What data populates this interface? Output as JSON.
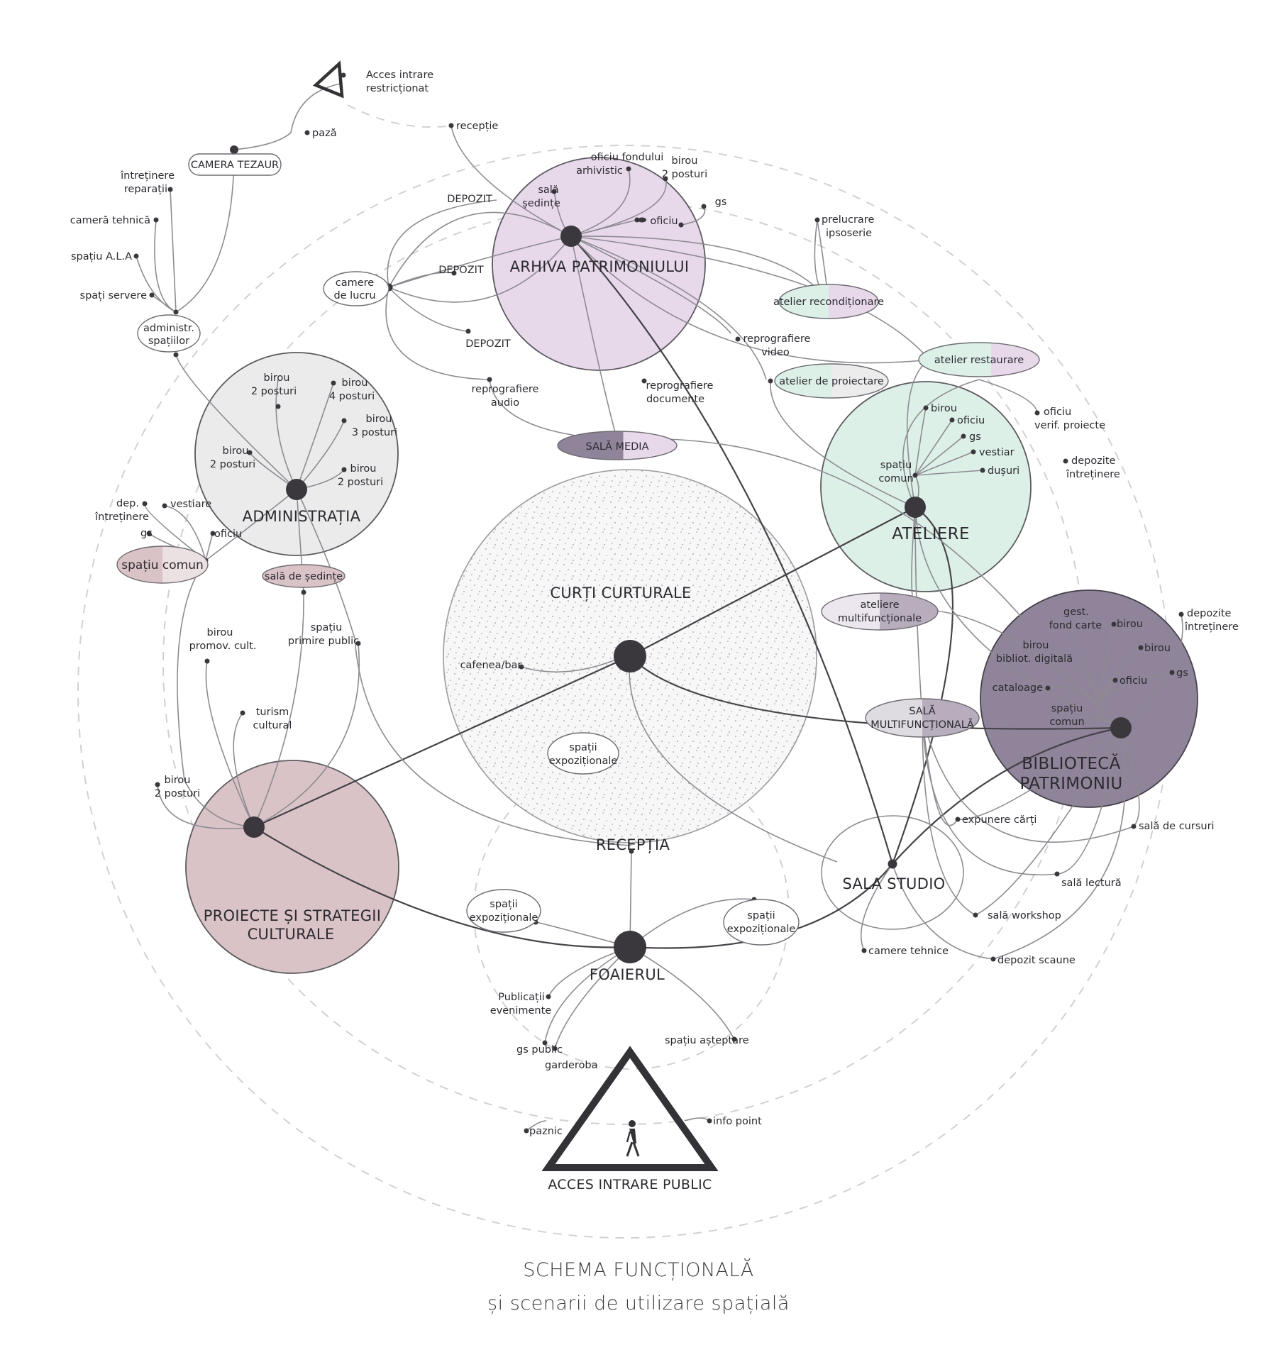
{
  "colors": {
    "arhiva": "#e8d9ea",
    "ateliere": "#dcf0e8",
    "administratia": "#ebebeb",
    "biblioteca": "#8f8499",
    "proiecte": "#d9c3c7",
    "hub_dot": "#3a383d"
  },
  "hubs": {
    "arhiva": "ARHIVA PATRIMONIULUI",
    "ateliere": "ATELIERE",
    "administratia": "ADMINISTRAȚIA",
    "curti": "CURȚI CURTURALE",
    "biblioteca_1": "BIBLIOTECĂ",
    "biblioteca_2": "PATRIMONIU",
    "proiecte_1": "PROIECTE ȘI STRATEGII",
    "proiecte_2": "CULTURALE",
    "foaierul": "FOAIERUL",
    "sala_studio": "SALA STUDIO",
    "receptia": "RECEPȚIA"
  },
  "entrances": {
    "restricted_1": "Acces intrare",
    "restricted_2": "restricționat",
    "public": "ACCES INTRARE PUBLIC"
  },
  "pills": {
    "camera_tezaur": "CAMERA TEZAUR",
    "administr_1": "administr.",
    "administr_2": "spațiilor",
    "camere_lucru_1": "camere",
    "camere_lucru_2": "de lucru",
    "sala_media": "SALĂ MEDIA",
    "atelier_recond": "atelier recondiționare",
    "atelier_restaurare": "atelier restaurare",
    "atelier_proiectare": "atelier de proiectare",
    "spatiu_comun_adm": "spațiu comun",
    "sala_sedinte_adm": "sală de ședințe",
    "ateliere_multi_1": "ateliere",
    "ateliere_multi_2": "multifuncționale",
    "sala_multi_1": "SALĂ",
    "sala_multi_2": "MULTIFUNCȚIONALĂ",
    "spatii_expo_curti_1": "spații",
    "spatii_expo_curti_2": "expoziționale",
    "spatii_expo_l_1": "spații",
    "spatii_expo_l_2": "expoziționale",
    "spatii_expo_r_1": "spații",
    "spatii_expo_r_2": "expoziționale"
  },
  "labels": {
    "paza": "pază",
    "receptie_top": "recepție",
    "intretinere_1": "întreținere",
    "intretinere_2": "reparații",
    "camera_tehnica": "cameră tehnică",
    "spatiu_ala": "spațiu A.L.A",
    "spati_servere": "spați servere",
    "depozit_1": "DEPOZIT",
    "depozit_2": "DEPOZIT",
    "depozit_3": "DEPOZIT",
    "oficiu_fond_1": "oficiu fondului",
    "oficiu_fond_2": "arhivistic",
    "sala_sedinte_arh_1": "sală",
    "sala_sedinte_arh_2": "ședințe",
    "birou_arh_1": "birou",
    "birou_arh_2": "2 posturi",
    "gs_arh": "gs",
    "oficiu_arh": "oficiu",
    "prelucrare_1": "prelucrare",
    "prelucrare_2": "ipsoserie",
    "reprografiere_video_1": "reprografiere",
    "reprografiere_video_2": "video",
    "reprografiere_audio_1": "reprografiere",
    "reprografiere_audio_2": "audio",
    "reprografiere_doc_1": "reprografiere",
    "reprografiere_doc_2": "documente",
    "oficiu_verif_1": "oficiu",
    "oficiu_verif_2": "verif. proiecte",
    "depozite_intr_1_a": "depozite",
    "depozite_intr_1_b": "întreținere",
    "depozite_intr_2_a": "depozite",
    "depozite_intr_2_b": "întreținere",
    "at_birou": "birou",
    "at_oficiu": "oficiu",
    "at_gs": "gs",
    "at_vestiar": "vestiar",
    "at_dusuri": "dușuri",
    "at_spatiu_1": "spațiu",
    "at_spatiu_2": "comun",
    "adm_b1_1": "birou",
    "adm_b1_2": "2 posturi",
    "adm_b2_1": "birou",
    "adm_b2_2": "4 posturi",
    "adm_b3_1": "birou",
    "adm_b3_2": "3 posturi",
    "adm_b4_1": "birou",
    "adm_b4_2": "2 posturi",
    "adm_b5_1": "birou",
    "adm_b5_2": "2 posturi",
    "dep_intr_1": "dep.",
    "dep_intr_2": "întreținere",
    "vestiare": "vestiare",
    "gs_adm": "gs",
    "oficiu_adm": "oficiu",
    "birou_promov_1": "birou",
    "birou_promov_2": "promov. cult.",
    "spatiu_primire_1": "spațiu",
    "spatiu_primire_2": "primire public",
    "turism_1": "turism",
    "turism_2": "cultural",
    "birou_proiecte_1": "birou",
    "birou_proiecte_2": "2 posturi",
    "cafenea": "cafenea/bar",
    "bib_gest_1": "gest.",
    "bib_gest_2": "fond carte",
    "bib_birou_1": "birou",
    "bib_birou_2": "birou",
    "bib_digit_1": "birou",
    "bib_digit_2": "bibliot. digitală",
    "bib_gs": "gs",
    "bib_oficiu": "oficiu",
    "bib_cataloage": "cataloage",
    "bib_spatiu_1": "spațiu",
    "bib_spatiu_2": "comun",
    "expunere_carti": "expunere cărți",
    "sala_cursuri": "sală de cursuri",
    "sala_lectura": "sală lectură",
    "sala_workshop": "sală workshop",
    "camere_tehnice": "camere tehnice",
    "depozit_scaune": "depozit scaune",
    "publicatii_1": "Publicații",
    "publicatii_2": "evenimente",
    "gs_public": "gs public",
    "garderoba": "garderoba",
    "spatiu_asteptare": "spațiu așteptare",
    "paznic": "paznic",
    "info_point": "info point"
  },
  "caption": {
    "title": "SCHEMA FUNCȚIONALĂ",
    "subtitle": "și scenarii de utilizare spațială"
  }
}
